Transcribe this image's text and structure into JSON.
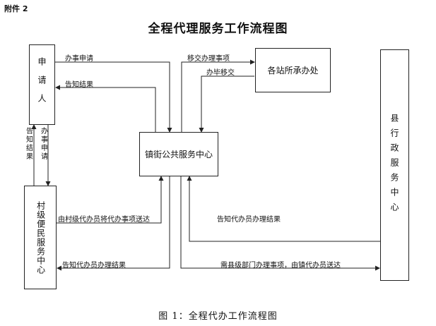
{
  "attachment": "附件 2",
  "title": "全程代理服务工作流程图",
  "caption": "图 1：全程代办工作流程图",
  "nodes": {
    "applicant": "申请人",
    "station": "各站所承办处",
    "county": "县行政服务中心",
    "town": "镇街公共服务中心",
    "village": "村级便民服务中心"
  },
  "edges": {
    "apply_to_town": "办事申请",
    "notify_applicant": "告知结果",
    "transfer_to_station": "移交办理事项",
    "station_done": "办毕移交",
    "notify_left_v": "告知结果",
    "apply_down_v": "办事申请",
    "village_to_town": "由村级代办员将代办事项送达",
    "county_notify": "告知代办员办理结果",
    "town_notify_village": "告知代办员办理结果",
    "town_to_county": "需县级部门办理事项，由镇代办员送达"
  }
}
